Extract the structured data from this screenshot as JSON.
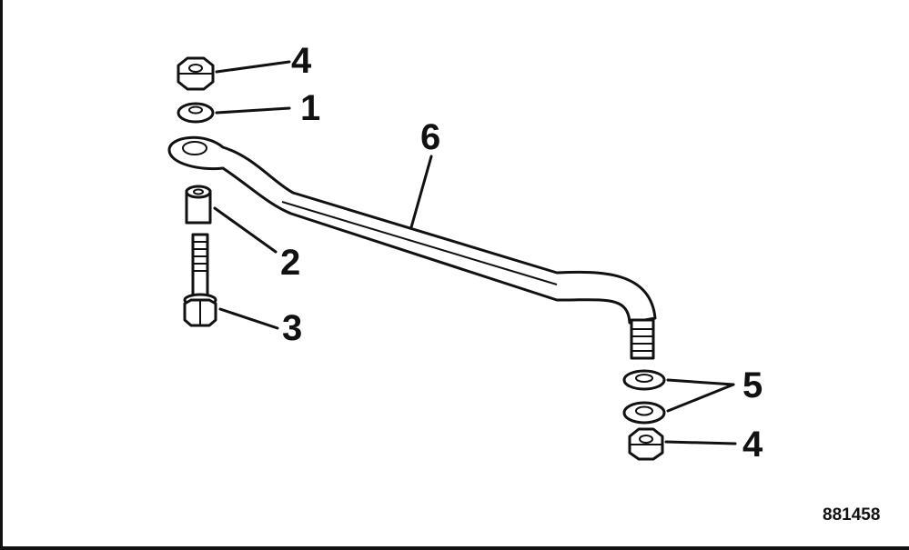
{
  "callouts": {
    "nut_top": "4",
    "washer_top": "1",
    "rod": "6",
    "spacer": "2",
    "bolt": "3",
    "washers_bottom": "5",
    "nut_bottom": "4"
  },
  "figure_number": "881458"
}
